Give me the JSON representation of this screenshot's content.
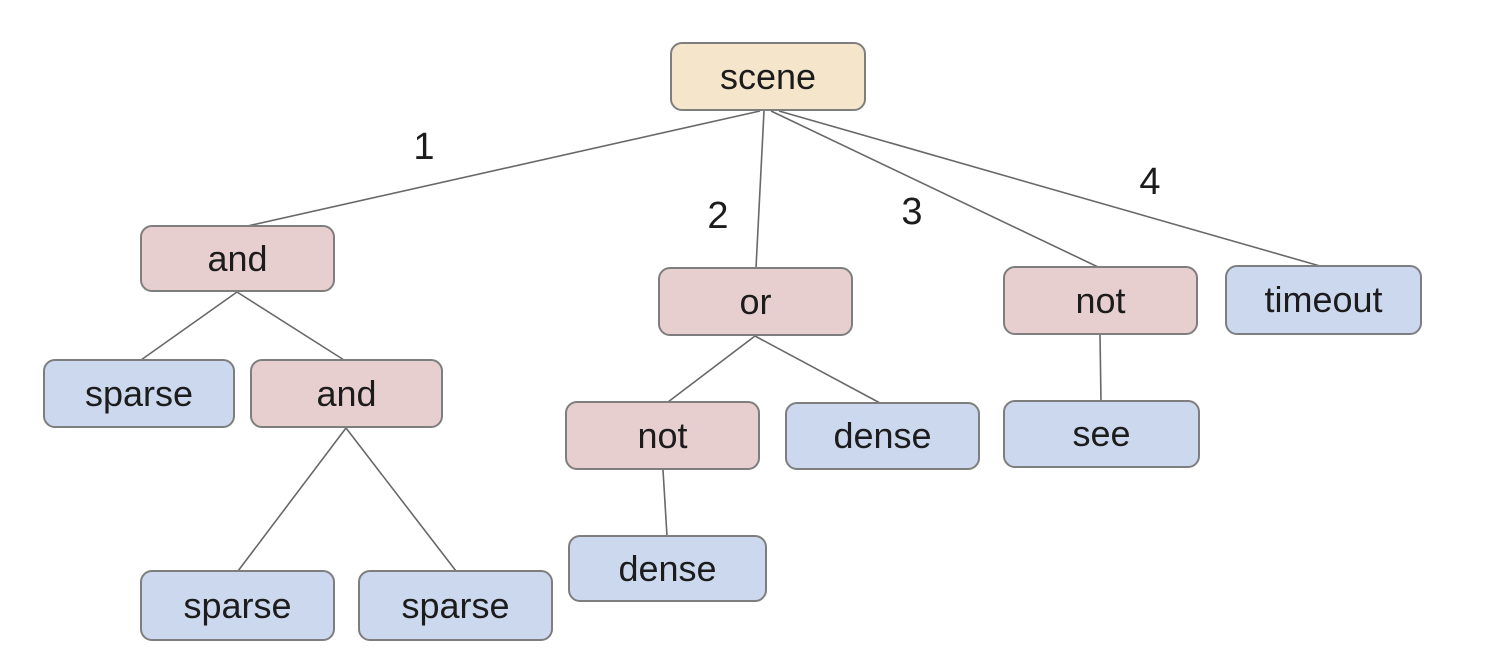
{
  "diagram": {
    "type": "tree",
    "description": "behavior tree with scene root, logic operator nodes and leaf condition nodes",
    "colors": {
      "root_fill": "#f5e6cb",
      "operator_fill": "#e8cfcf",
      "leaf_fill": "#ccd8ee",
      "node_border": "#7e7e7e",
      "edge_line": "#686868",
      "text": "#1c1c1c"
    },
    "nodes": [
      {
        "id": "scene",
        "label": "scene",
        "kind": "root"
      },
      {
        "id": "and-1",
        "label": "and",
        "kind": "operator"
      },
      {
        "id": "or-1",
        "label": "or",
        "kind": "operator"
      },
      {
        "id": "not-1",
        "label": "not",
        "kind": "operator"
      },
      {
        "id": "timeout-1",
        "label": "timeout",
        "kind": "leaf"
      },
      {
        "id": "sparse-1",
        "label": "sparse",
        "kind": "leaf"
      },
      {
        "id": "and-2",
        "label": "and",
        "kind": "operator"
      },
      {
        "id": "not-2",
        "label": "not",
        "kind": "operator"
      },
      {
        "id": "dense-1",
        "label": "dense",
        "kind": "leaf"
      },
      {
        "id": "see-1",
        "label": "see",
        "kind": "leaf"
      },
      {
        "id": "sparse-2",
        "label": "sparse",
        "kind": "leaf"
      },
      {
        "id": "sparse-3",
        "label": "sparse",
        "kind": "leaf"
      },
      {
        "id": "dense-2",
        "label": "dense",
        "kind": "leaf"
      }
    ],
    "edges": [
      {
        "from": "scene",
        "to": "and-1",
        "label": "1"
      },
      {
        "from": "scene",
        "to": "or-1",
        "label": "2"
      },
      {
        "from": "scene",
        "to": "not-1",
        "label": "3"
      },
      {
        "from": "scene",
        "to": "timeout-1",
        "label": "4"
      },
      {
        "from": "and-1",
        "to": "sparse-1",
        "label": ""
      },
      {
        "from": "and-1",
        "to": "and-2",
        "label": ""
      },
      {
        "from": "and-2",
        "to": "sparse-2",
        "label": ""
      },
      {
        "from": "and-2",
        "to": "sparse-3",
        "label": ""
      },
      {
        "from": "or-1",
        "to": "not-2",
        "label": ""
      },
      {
        "from": "or-1",
        "to": "dense-1",
        "label": ""
      },
      {
        "from": "not-2",
        "to": "dense-2",
        "label": ""
      },
      {
        "from": "not-1",
        "to": "see-1",
        "label": ""
      }
    ]
  }
}
